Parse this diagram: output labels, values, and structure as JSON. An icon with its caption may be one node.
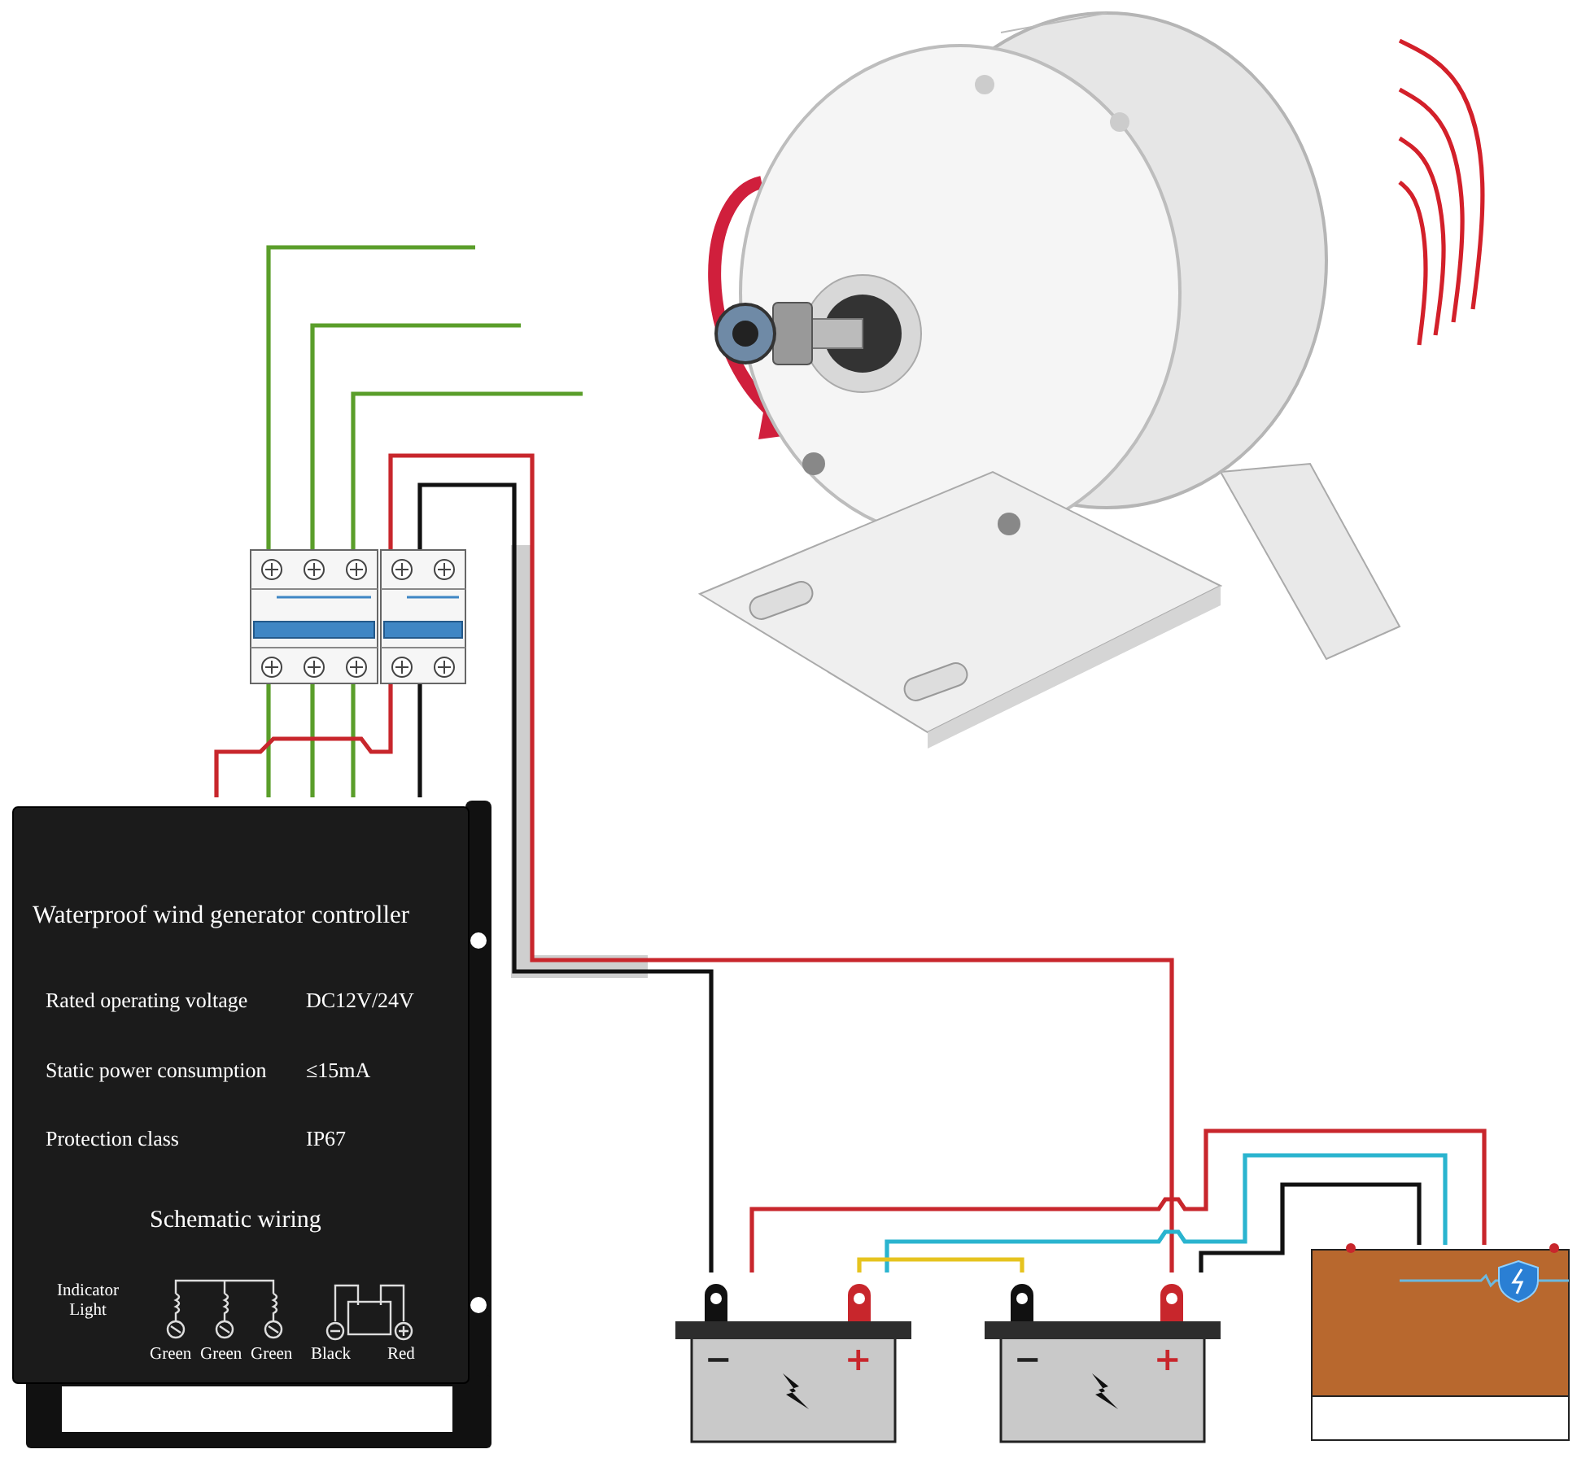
{
  "diagram": {
    "nodes": [
      {
        "text": [
          "Waterproof wind generator controller",
          "Rated operating voltage",
          "DC12V/24V",
          "Static power consumption",
          "≤15mA",
          "Protection class",
          "IP67",
          "Schematic wiring",
          "Indicator Light",
          "Green",
          "Green",
          "Green",
          "Black",
          "Red"
        ]
      },
      {
        "text": [],
        "shape": "picture"
      },
      {
        "text": [],
        "shape": "picture"
      },
      {
        "text": [
          "−",
          "+"
        ]
      },
      {
        "text": [
          "−",
          "+"
        ]
      },
      {
        "text": [],
        "shape": "picture"
      }
    ],
    "edges": [
      {
        "from": 2,
        "to": null,
        "arrow": "none",
        "color": "#5a9e2a"
      },
      {
        "from": 2,
        "to": null,
        "arrow": "none",
        "color": "#5a9e2a"
      },
      {
        "from": 2,
        "to": null,
        "arrow": "none",
        "color": "#5a9e2a"
      },
      {
        "from": 2,
        "to": 3,
        "arrow": "none",
        "color": "#111111"
      },
      {
        "from": 2,
        "to": 4,
        "arrow": "none",
        "color": "#c8262c"
      },
      {
        "from": 2,
        "to": 0,
        "arrow": "none",
        "color": "#5a9e2a"
      },
      {
        "from": 2,
        "to": 0,
        "arrow": "none",
        "color": "#5a9e2a"
      },
      {
        "from": 2,
        "to": 0,
        "arrow": "none",
        "color": "#5a9e2a"
      },
      {
        "from": 2,
        "to": 0,
        "arrow": "none",
        "color": "#c8262c"
      },
      {
        "from": 2,
        "to": 0,
        "arrow": "none",
        "color": "#111111"
      },
      {
        "from": 3,
        "to": 5,
        "arrow": "none",
        "color": "#c8262c"
      },
      {
        "from": 3,
        "to": 5,
        "arrow": "none",
        "color": "#2ab4cf"
      },
      {
        "from": 3,
        "to": 4,
        "arrow": "none",
        "color": "#e6c31e"
      },
      {
        "from": 4,
        "to": 5,
        "arrow": "none",
        "color": "#111111"
      },
      {
        "from": 1,
        "to": null,
        "arrow": "none",
        "color": "#d3202a"
      },
      {
        "from": 1,
        "to": null,
        "arrow": "none",
        "color": "#d3202a"
      },
      {
        "from": 1,
        "to": null,
        "arrow": "none",
        "color": "#d3202a"
      },
      {
        "from": 1,
        "to": null,
        "arrow": "none",
        "color": "#d3202a"
      }
    ]
  }
}
